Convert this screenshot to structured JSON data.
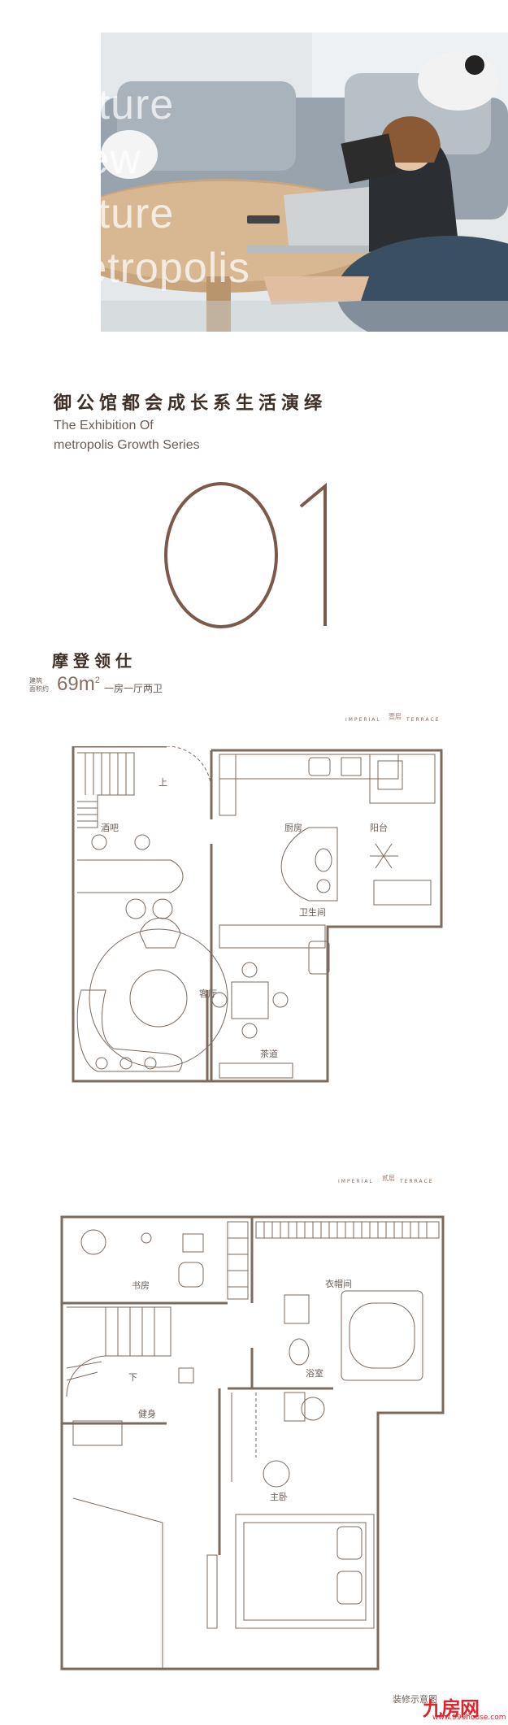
{
  "hero": {
    "line1": "Future",
    "line2": "View",
    "line3": "Future",
    "line4": "Metropolis"
  },
  "intro": {
    "title_cn": "御公馆都会成长系生活演绎",
    "title_en_1": "The Exhibition Of",
    "title_en_2": "metropolis Growth Series",
    "number": "01"
  },
  "unit": {
    "name_cn": "摩登领仕",
    "area_label_1": "建筑",
    "area_label_2": "面积约",
    "area_value": "69m",
    "area_sup": "2",
    "layout": "一房一厅两卫"
  },
  "floor1": {
    "label_left": "IMPERIAL",
    "label_cn": "壹层",
    "label_right": "TERRACE",
    "rooms": {
      "bar": "酒吧",
      "up": "上",
      "kitchen": "厨房",
      "balcony": "阳台",
      "bathroom": "卫生间",
      "living": "客厅",
      "tea": "茶道"
    }
  },
  "floor2": {
    "label_left": "IMPERIAL",
    "label_cn": "贰层",
    "label_right": "TERRACE",
    "rooms": {
      "study": "书房",
      "closet": "衣帽间",
      "down": "下",
      "bath": "浴室",
      "gym": "健身",
      "master": "主卧"
    }
  },
  "footer": {
    "caption": "装修示意图",
    "logo": "九房网",
    "url": "www.999house.com"
  },
  "colors": {
    "accent": "#8a6f60",
    "line": "#7d6a5e",
    "logo_red": "#d8272e"
  }
}
